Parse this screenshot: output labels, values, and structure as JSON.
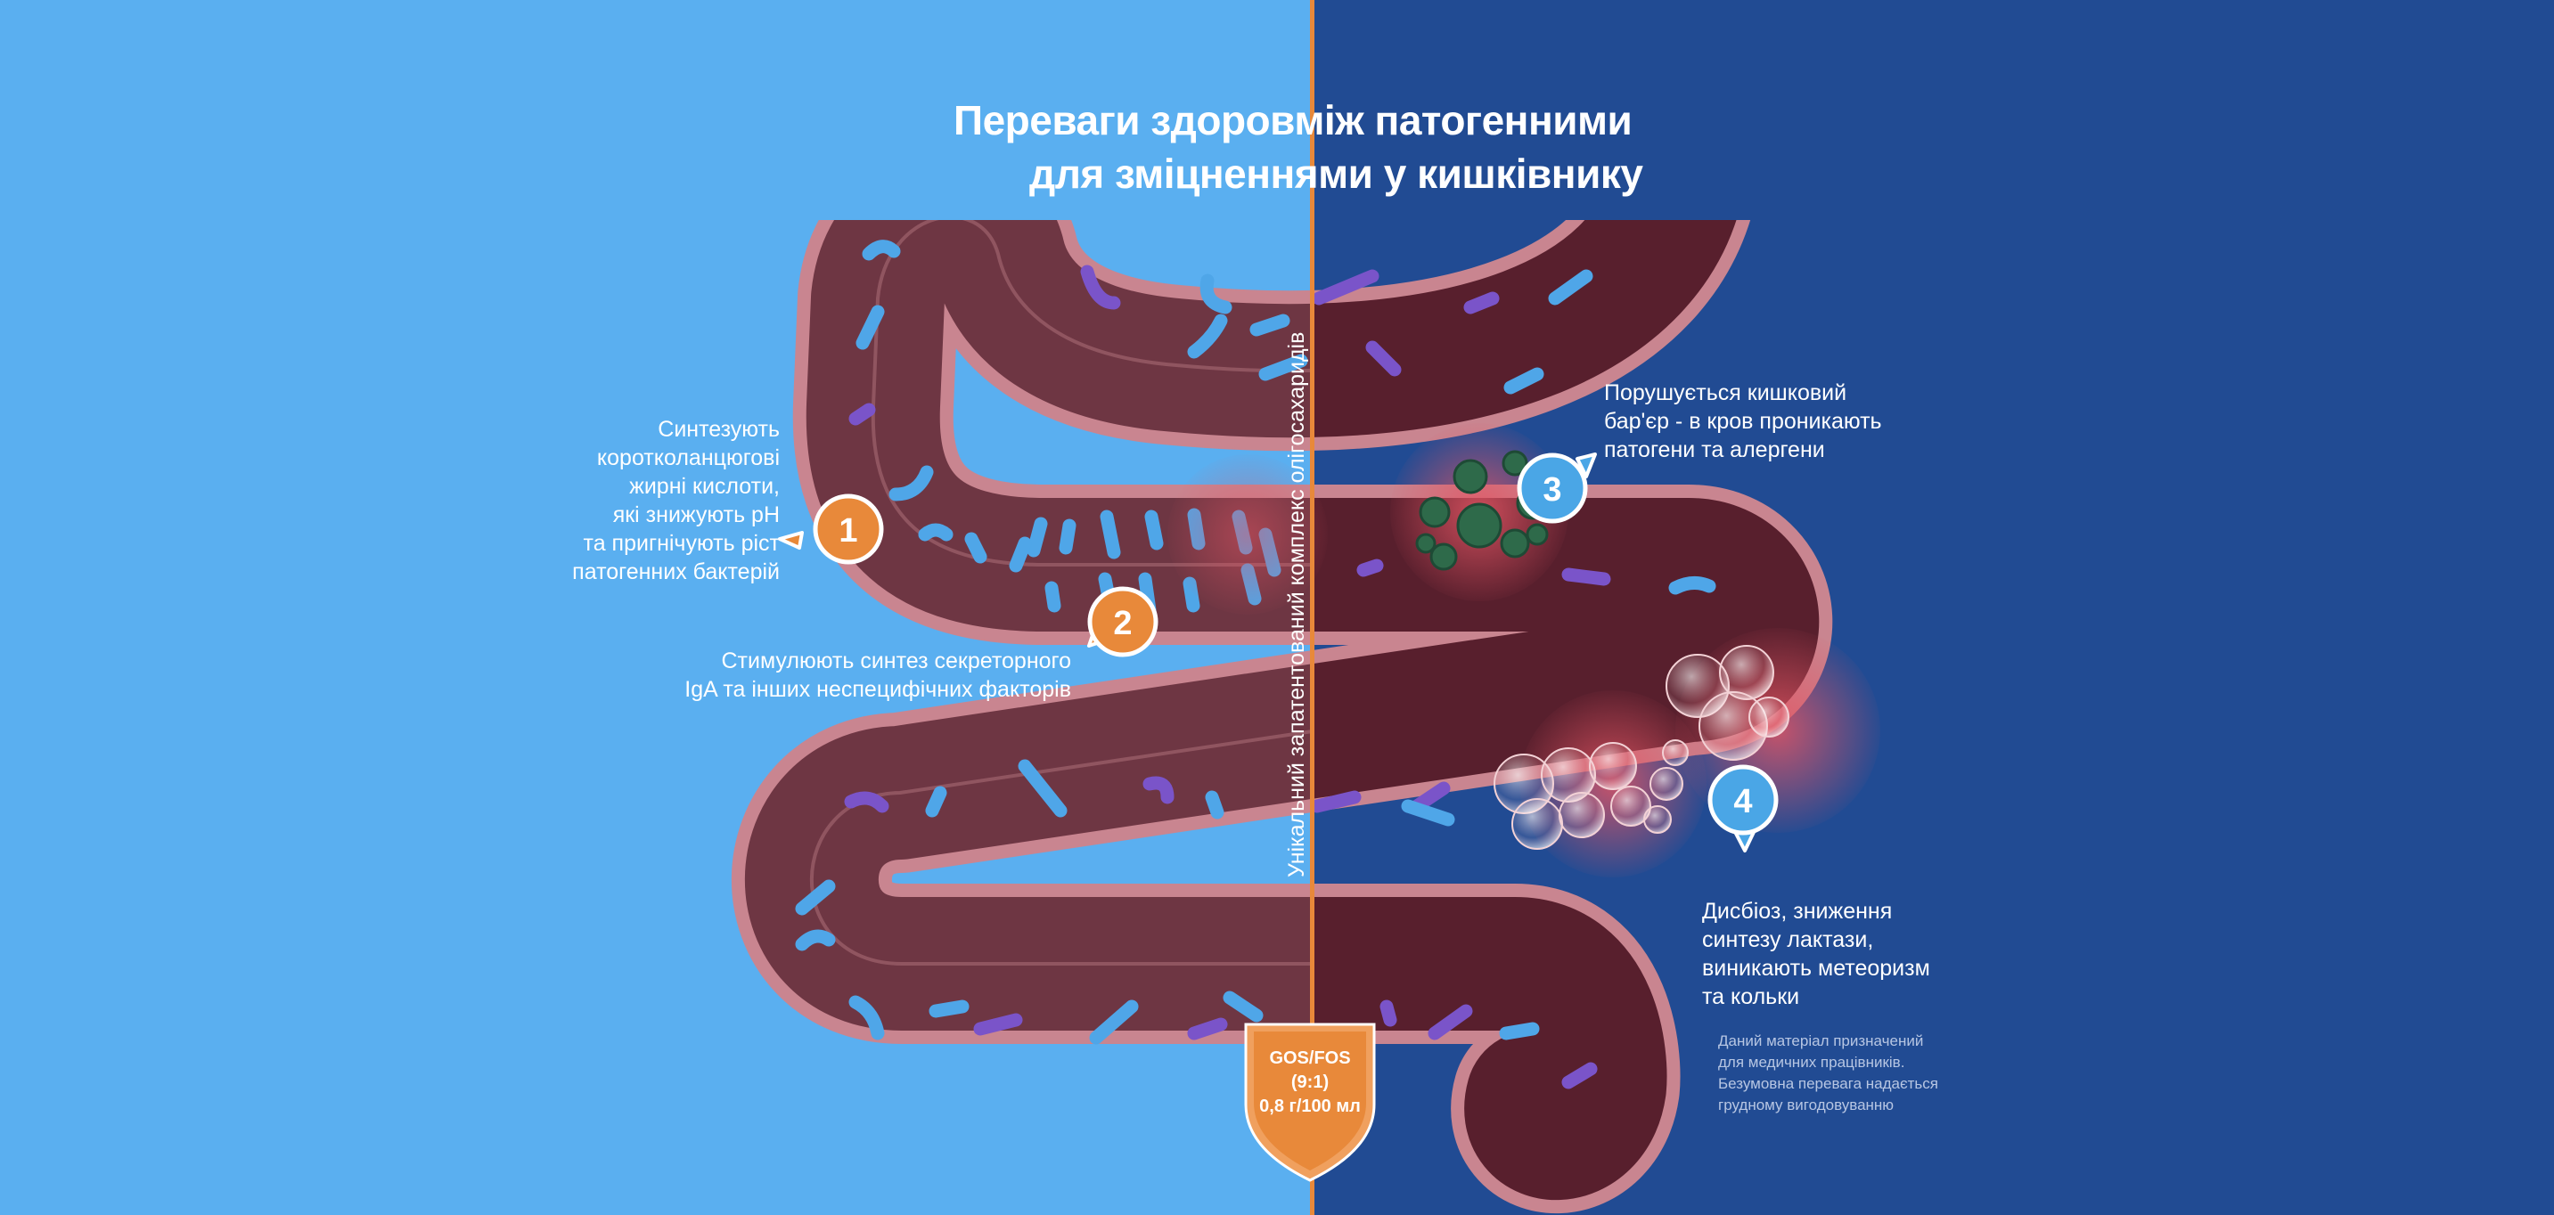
{
  "title": {
    "line1": "Переваги здоровміж патогенними",
    "line2": "для зміцненнями у кишківнику"
  },
  "vertical_label": "Унікальний запатентований комплекс олігосахаридів",
  "badges": [
    {
      "number": "1",
      "color": "#e8893a"
    },
    {
      "number": "2",
      "color": "#e8893a"
    },
    {
      "number": "3",
      "color": "#4aa6e6"
    },
    {
      "number": "4",
      "color": "#4aa6e6"
    }
  ],
  "captions": {
    "c1": [
      "Синтезують",
      "коротколанцюгові",
      "жирні кислоти,",
      "які знижують pH",
      "та пригнічують ріст",
      "патогенних бактерій"
    ],
    "c2": [
      "Стимулюють синтез секреторного",
      "IgA та інших неспецифічних факторів"
    ],
    "c3": [
      "Порушується кишковий",
      "бар'єр - в кров проникають",
      "патогени та алергени"
    ],
    "c4": [
      "Дисбіоз, зниження",
      "синтезу лактази,",
      "виникають метеоризм",
      "та кольки"
    ]
  },
  "disclaimer": [
    "Даний матеріал призначений",
    "для медичних працівників.",
    "Безумовна перевага надається",
    "грудному вигодовуванню"
  ],
  "shield": [
    "GOS/FOS",
    "(9:1)",
    "0,8 г/100 мл"
  ],
  "colors": {
    "left_background": "#5aaff0",
    "right_background": "#214b93",
    "intestine_left": "#6e3540",
    "intestine_right": "#5a1f2e",
    "intestine_rim": "#c77c86",
    "divider": "#e8893a",
    "shield": "#e8893a"
  },
  "icons": [
    "good-bacteria-icon",
    "pathogen-virus-icon",
    "gas-bubbles-icon",
    "shield-icon"
  ]
}
